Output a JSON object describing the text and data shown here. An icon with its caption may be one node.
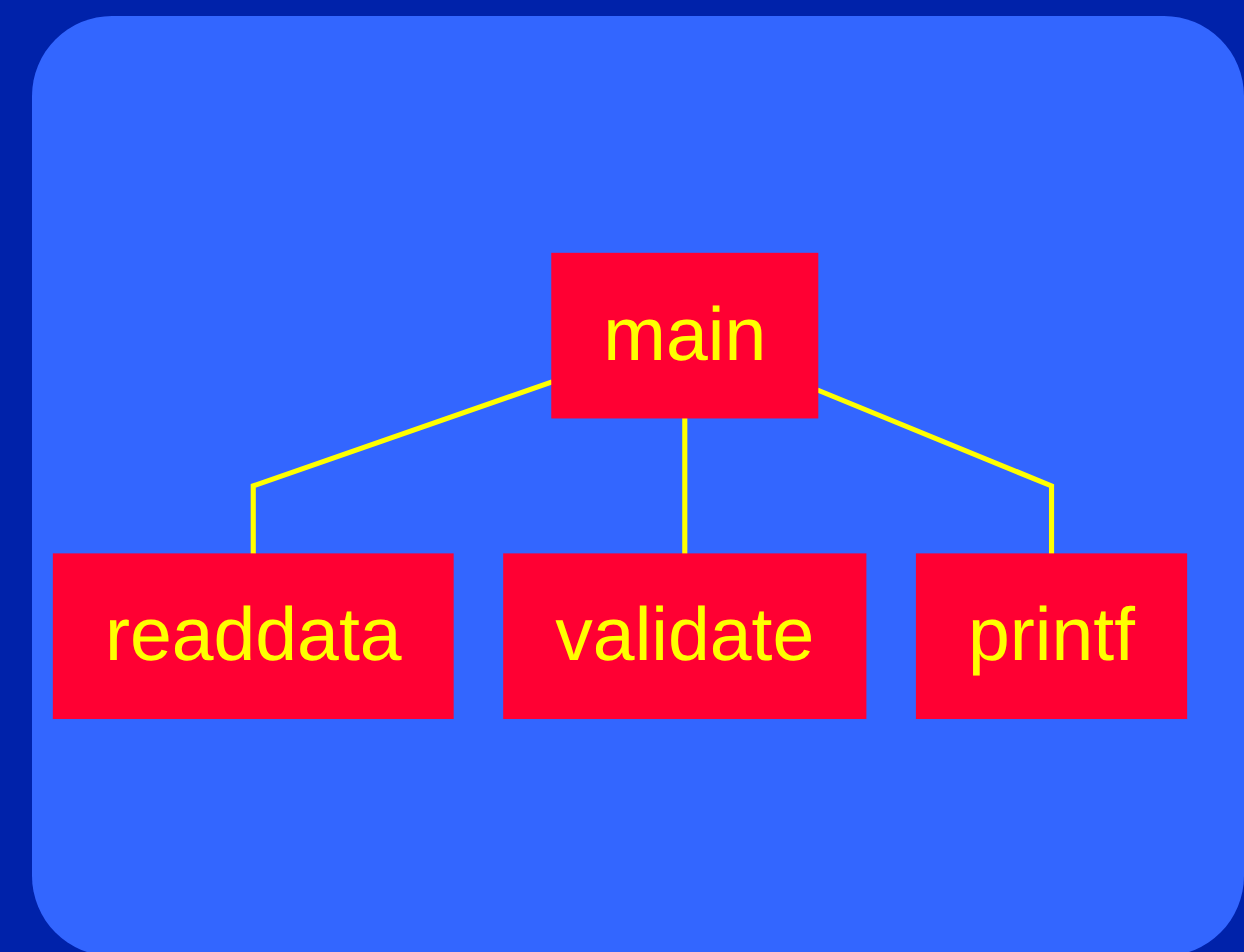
{
  "diagram": {
    "nodes": [
      {
        "text": [
          "main"
        ]
      },
      {
        "text": [
          "readdata"
        ]
      },
      {
        "text": [
          "printf"
        ]
      },
      {
        "text": [
          "validate"
        ]
      }
    ],
    "edges": [
      {
        "from": 0,
        "to": 1,
        "arrow": "none"
      },
      {
        "from": 0,
        "to": 3,
        "arrow": "none"
      },
      {
        "from": 0,
        "to": 2,
        "arrow": "none"
      }
    ]
  }
}
